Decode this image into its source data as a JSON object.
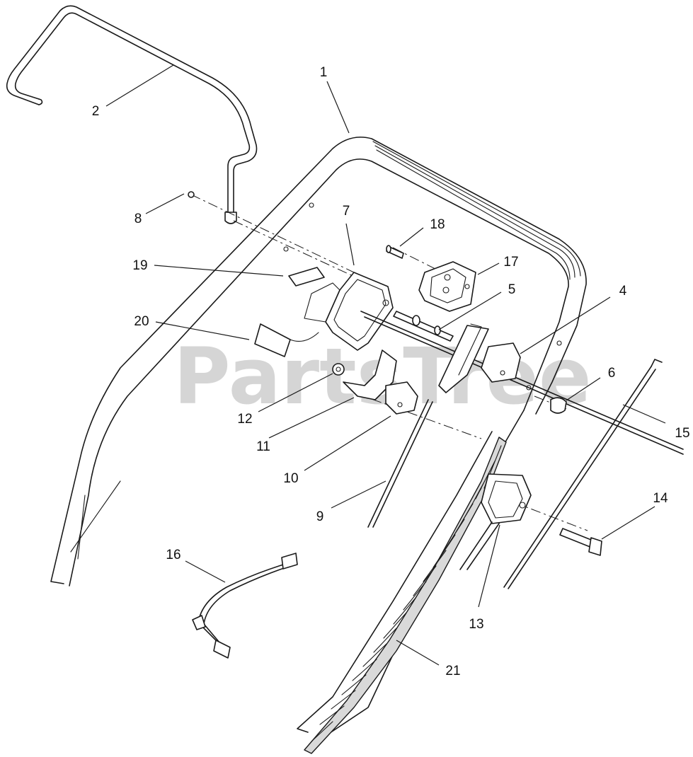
{
  "watermark": "PartsTree",
  "callouts": [
    {
      "id": "1",
      "label": "1"
    },
    {
      "id": "2",
      "label": "2"
    },
    {
      "id": "4",
      "label": "4"
    },
    {
      "id": "5",
      "label": "5"
    },
    {
      "id": "6",
      "label": "6"
    },
    {
      "id": "7",
      "label": "7"
    },
    {
      "id": "8",
      "label": "8"
    },
    {
      "id": "9",
      "label": "9"
    },
    {
      "id": "10",
      "label": "10"
    },
    {
      "id": "11",
      "label": "11"
    },
    {
      "id": "12",
      "label": "12"
    },
    {
      "id": "13",
      "label": "13"
    },
    {
      "id": "14",
      "label": "14"
    },
    {
      "id": "15",
      "label": "15"
    },
    {
      "id": "16",
      "label": "16"
    },
    {
      "id": "17",
      "label": "17"
    },
    {
      "id": "18",
      "label": "18"
    },
    {
      "id": "19",
      "label": "19"
    },
    {
      "id": "20",
      "label": "20"
    },
    {
      "id": "21",
      "label": "21"
    }
  ]
}
